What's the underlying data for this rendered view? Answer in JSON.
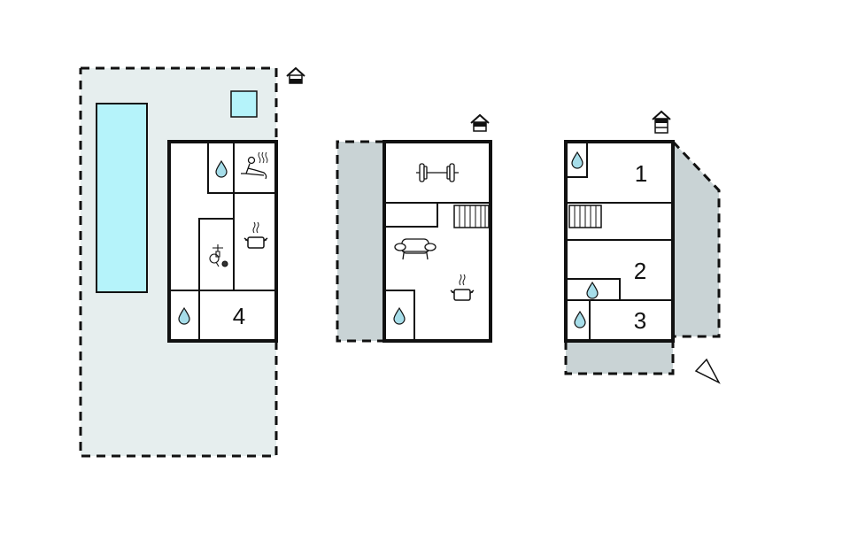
{
  "diagram": {
    "type": "floor-plan",
    "colors": {
      "wall": "#111111",
      "outdoor_area_light": "#e6eeee",
      "outdoor_area_dark": "#c9d3d5",
      "pool": "#b5f3fa",
      "water_drop": "#a6dde9",
      "background": "#ffffff"
    },
    "floors": [
      {
        "level": "basement",
        "floor_icon": "house-floor-basement-icon",
        "rooms": [
          {
            "id": "bathroom",
            "icon": "water-drop-icon"
          },
          {
            "id": "sauna",
            "icon": "sauna-icon"
          },
          {
            "id": "kitchen",
            "icon": "cooking-pot-icon"
          },
          {
            "id": "games-room",
            "icon": "table-tennis-foosball-icon"
          },
          {
            "id": "bathroom",
            "icon": "water-drop-icon"
          },
          {
            "id": "bedroom",
            "label": "4"
          }
        ],
        "outdoor": [
          "terrace",
          "swimming-pool",
          "hot-tub"
        ]
      },
      {
        "level": "ground",
        "floor_icon": "house-floor-ground-icon",
        "rooms": [
          {
            "id": "gym",
            "icon": "barbell-icon"
          },
          {
            "id": "storage"
          },
          {
            "id": "stairs"
          },
          {
            "id": "living-room",
            "icon": "sofa-icon"
          },
          {
            "id": "kitchen",
            "icon": "cooking-pot-icon"
          },
          {
            "id": "bathroom",
            "icon": "water-drop-icon"
          }
        ],
        "outdoor": [
          "terrace"
        ]
      },
      {
        "level": "upper",
        "floor_icon": "house-floor-upper-icon",
        "rooms": [
          {
            "id": "bathroom",
            "icon": "water-drop-icon"
          },
          {
            "id": "bedroom",
            "label": "1"
          },
          {
            "id": "stairs"
          },
          {
            "id": "bedroom",
            "label": "2"
          },
          {
            "id": "bathroom",
            "icon": "water-drop-icon"
          },
          {
            "id": "bathroom",
            "icon": "water-drop-icon"
          },
          {
            "id": "bedroom",
            "label": "3"
          }
        ],
        "outdoor": [
          "balcony",
          "terrace"
        ]
      }
    ],
    "labels": {
      "room4": "4",
      "room1": "1",
      "room2": "2",
      "room3": "3"
    },
    "compass": "north-arrow-icon"
  }
}
